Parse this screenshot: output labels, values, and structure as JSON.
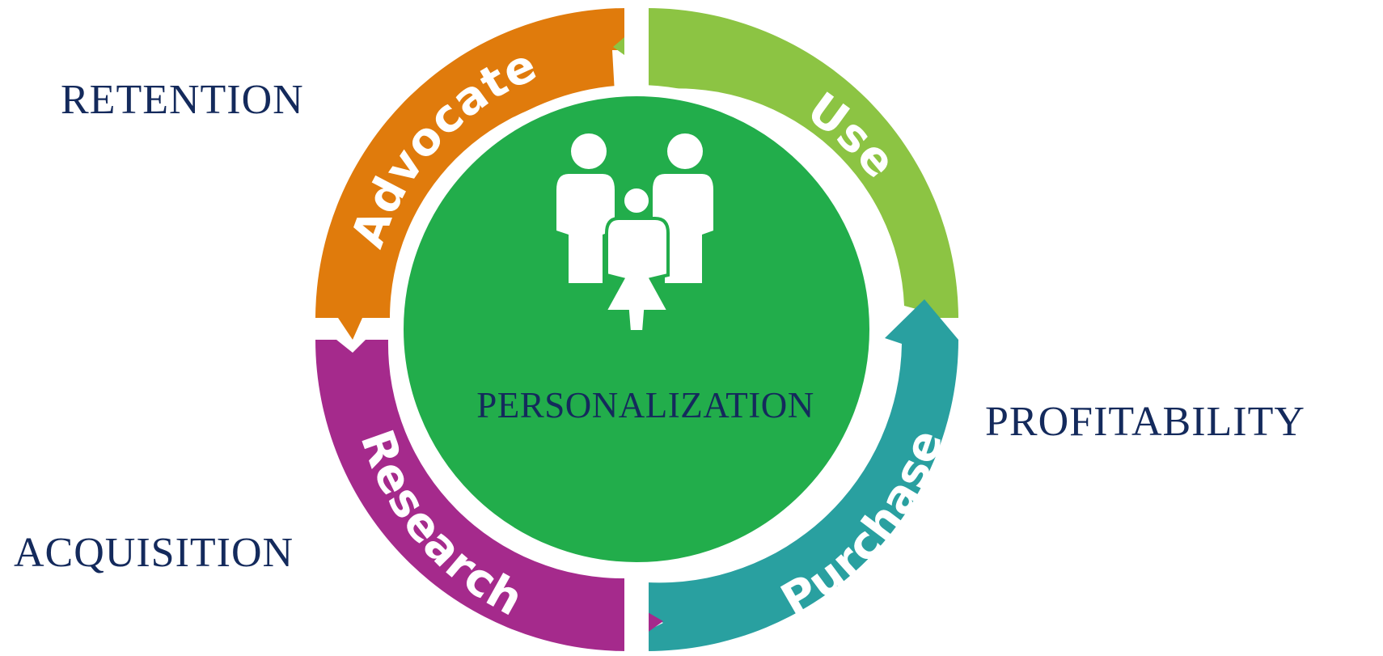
{
  "diagram": {
    "center_label": "PERSONALIZATION",
    "stages": [
      {
        "key": "advocate",
        "label": "Advocate",
        "color": "#e07b0c"
      },
      {
        "key": "use",
        "label": "Use",
        "color": "#8cc443"
      },
      {
        "key": "purchase",
        "label": "Purchase",
        "color": "#29a0a0"
      },
      {
        "key": "research",
        "label": "Research",
        "color": "#a52a8c"
      }
    ],
    "side_labels": {
      "retention": "RETENTION",
      "profitability": "PROFITABILITY",
      "acquisition": "ACQUISITION"
    },
    "colors": {
      "center_circle": "#22ad4b",
      "text": "#142a5c",
      "icon": "#ffffff"
    },
    "icon": "people-group-icon"
  }
}
